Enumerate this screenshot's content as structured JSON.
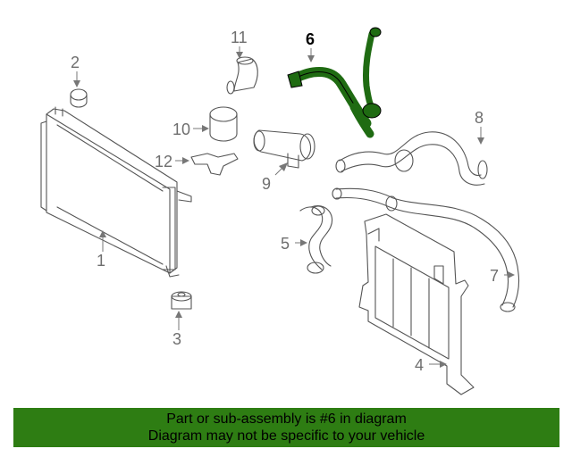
{
  "colors": {
    "highlight_part": "#1f6b12",
    "banner_background": "#2e7d13",
    "line_art": "#555555"
  },
  "callouts": [
    {
      "label": "1",
      "highlighted": false
    },
    {
      "label": "2",
      "highlighted": false
    },
    {
      "label": "3",
      "highlighted": false
    },
    {
      "label": "4",
      "highlighted": false
    },
    {
      "label": "5",
      "highlighted": false
    },
    {
      "label": "6",
      "highlighted": true
    },
    {
      "label": "7",
      "highlighted": false
    },
    {
      "label": "8",
      "highlighted": false
    },
    {
      "label": "9",
      "highlighted": false
    },
    {
      "label": "10",
      "highlighted": false
    },
    {
      "label": "11",
      "highlighted": false
    },
    {
      "label": "12",
      "highlighted": false
    }
  ],
  "banner": {
    "line1": "Part or sub-assembly is #6 in diagram",
    "line2": "Diagram may not be specific to your vehicle"
  }
}
